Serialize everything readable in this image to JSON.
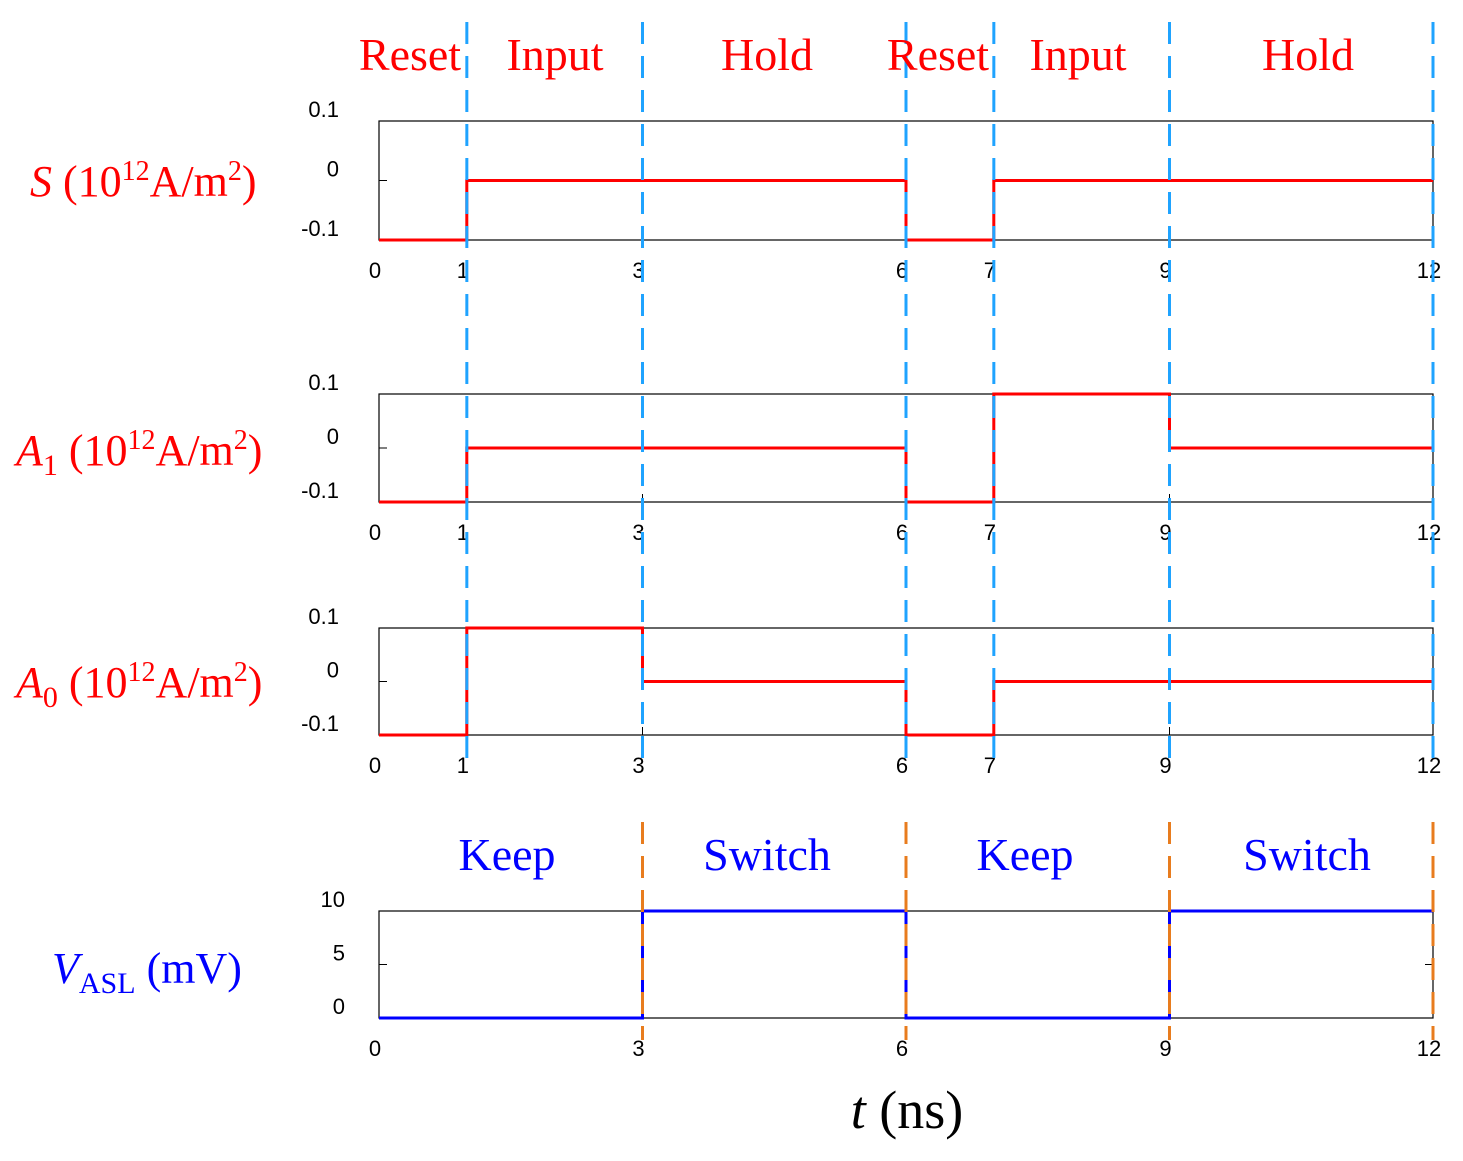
{
  "colors": {
    "signal": "#ff0000",
    "voltage": "#0000ff",
    "phase_divider": "#1fa3ff",
    "output_divider": "#e87c1e",
    "axis": "#000000"
  },
  "phase_labels": [
    "Reset",
    "Input",
    "Hold",
    "Reset",
    "Input",
    "Hold"
  ],
  "output_labels": [
    "Keep",
    "Switch",
    "Keep",
    "Switch"
  ],
  "xlabel": {
    "var": "t",
    "unit": " (ns)"
  },
  "chart_data": [
    {
      "type": "line",
      "name": "S",
      "ylabel": {
        "var": "S",
        "sub": "",
        "unit_pre": " (10",
        "sup": "12",
        "unit_mid": "A/m",
        "sup2": "2",
        "unit_post": ")"
      },
      "xlim": [
        0,
        12
      ],
      "ylim": [
        -0.1,
        0.1
      ],
      "xticks": [
        "0",
        "1",
        "3",
        "6",
        "7",
        "9",
        "12"
      ],
      "yticks": [
        "0.1",
        "0",
        "-0.1"
      ],
      "series": [
        {
          "x": [
            0,
            1,
            1,
            6,
            6,
            7,
            7,
            12
          ],
          "y": [
            -0.1,
            -0.1,
            0,
            0,
            -0.1,
            -0.1,
            0,
            0
          ]
        }
      ]
    },
    {
      "type": "line",
      "name": "A1",
      "ylabel": {
        "var": "A",
        "sub": "1",
        "unit_pre": " (10",
        "sup": "12",
        "unit_mid": "A/m",
        "sup2": "2",
        "unit_post": ")"
      },
      "xlim": [
        0,
        12
      ],
      "ylim": [
        -0.1,
        0.1
      ],
      "xticks": [
        "0",
        "1",
        "3",
        "6",
        "7",
        "9",
        "12"
      ],
      "yticks": [
        "0.1",
        "0",
        "-0.1"
      ],
      "series": [
        {
          "x": [
            0,
            1,
            1,
            6,
            6,
            7,
            7,
            9,
            9,
            12
          ],
          "y": [
            -0.1,
            -0.1,
            0,
            0,
            -0.1,
            -0.1,
            0.1,
            0.1,
            0,
            0
          ]
        }
      ]
    },
    {
      "type": "line",
      "name": "A0",
      "ylabel": {
        "var": "A",
        "sub": "0",
        "unit_pre": " (10",
        "sup": "12",
        "unit_mid": "A/m",
        "sup2": "2",
        "unit_post": ")"
      },
      "xlim": [
        0,
        12
      ],
      "ylim": [
        -0.1,
        0.1
      ],
      "xticks": [
        "0",
        "1",
        "3",
        "6",
        "7",
        "9",
        "12"
      ],
      "yticks": [
        "0.1",
        "0",
        "-0.1"
      ],
      "series": [
        {
          "x": [
            0,
            1,
            1,
            3,
            3,
            6,
            6,
            7,
            7,
            12
          ],
          "y": [
            -0.1,
            -0.1,
            0.1,
            0.1,
            0,
            0,
            -0.1,
            -0.1,
            0,
            0
          ]
        }
      ]
    },
    {
      "type": "line",
      "name": "VASL",
      "ylabel": {
        "var": "V",
        "sub": "ASL",
        "unit_pre": " (mV)",
        "sup": "",
        "unit_mid": "",
        "sup2": "",
        "unit_post": ""
      },
      "xlim": [
        0,
        12
      ],
      "ylim": [
        0,
        10
      ],
      "xticks": [
        "0",
        "3",
        "6",
        "9",
        "12"
      ],
      "yticks": [
        "10",
        "5",
        "0"
      ],
      "series": [
        {
          "x": [
            0,
            3,
            3,
            6,
            6,
            9,
            9,
            12
          ],
          "y": [
            0,
            0,
            10,
            10,
            0,
            0,
            10,
            10
          ]
        }
      ]
    }
  ]
}
